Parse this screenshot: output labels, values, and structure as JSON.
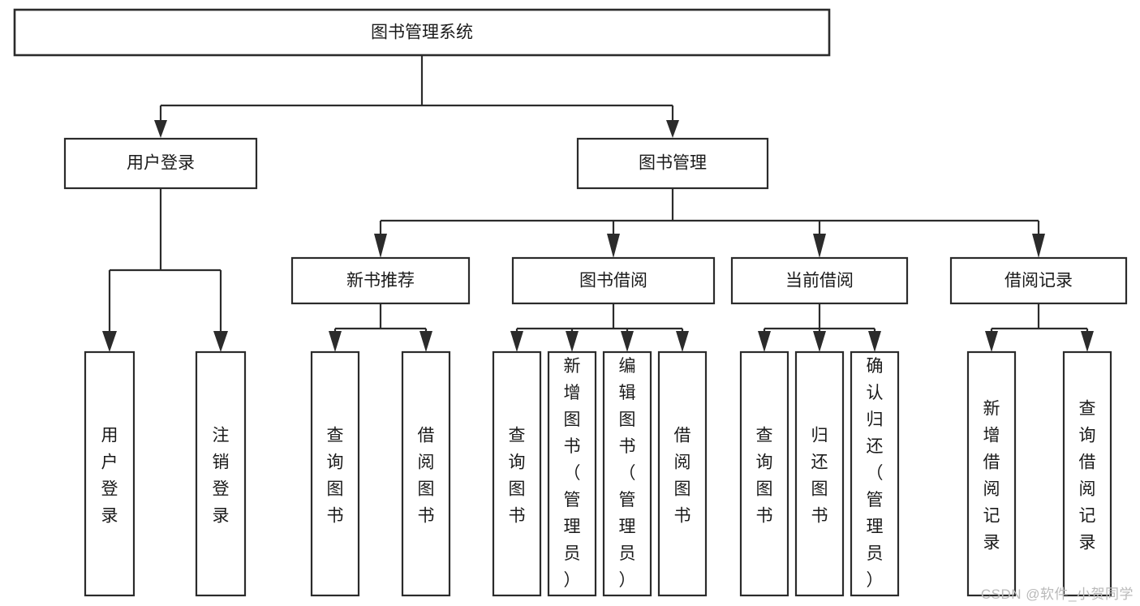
{
  "diagram": {
    "title": "图书管理系统",
    "type": "tree",
    "watermark": "CSDN @软件_小贺同学",
    "colors": {
      "stroke": "#2b2b2b",
      "box_fill": "#ffffff",
      "text": "#1a1a1a",
      "background": "#ffffff",
      "watermark": "#b9b9b9"
    },
    "nodes": {
      "root": {
        "label": "图书管理系统",
        "level": 1,
        "orientation": "horizontal"
      },
      "l2": [
        {
          "id": "user-login",
          "label": "用户登录",
          "level": 2,
          "orientation": "horizontal"
        },
        {
          "id": "book-manage",
          "label": "图书管理",
          "level": 2,
          "orientation": "horizontal"
        }
      ],
      "l3": [
        {
          "id": "new-book-recommend",
          "label": "新书推荐",
          "level": 3,
          "orientation": "horizontal",
          "parent": "book-manage"
        },
        {
          "id": "book-borrow",
          "label": "图书借阅",
          "level": 3,
          "orientation": "horizontal",
          "parent": "book-manage"
        },
        {
          "id": "current-borrow",
          "label": "当前借阅",
          "level": 3,
          "orientation": "horizontal",
          "parent": "book-manage"
        },
        {
          "id": "borrow-record",
          "label": "借阅记录",
          "level": 3,
          "orientation": "horizontal",
          "parent": "borrow-record"
        }
      ],
      "leaves": [
        {
          "id": "leaf-user-login",
          "label": "用户登录",
          "chars": [
            "用",
            "户",
            "登",
            "录"
          ],
          "parent": "user-login"
        },
        {
          "id": "leaf-logout",
          "label": "注销登录",
          "chars": [
            "注",
            "销",
            "登",
            "录"
          ],
          "parent": "user-login"
        },
        {
          "id": "leaf-query-book-1",
          "label": "查询图书",
          "chars": [
            "查",
            "询",
            "图",
            "书"
          ],
          "parent": "new-book-recommend"
        },
        {
          "id": "leaf-borrow-book-1",
          "label": "借阅图书",
          "chars": [
            "借",
            "阅",
            "图",
            "书"
          ],
          "parent": "new-book-recommend"
        },
        {
          "id": "leaf-query-book-2",
          "label": "查询图书",
          "chars": [
            "查",
            "询",
            "图",
            "书"
          ],
          "parent": "book-borrow"
        },
        {
          "id": "leaf-add-book",
          "label": "新增图书（管理员）",
          "chars": [
            "新",
            "增",
            "图",
            "书",
            "（",
            "管",
            "理",
            "员",
            "）"
          ],
          "parent": "book-borrow"
        },
        {
          "id": "leaf-edit-book",
          "label": "编辑图书（管理员）",
          "chars": [
            "编",
            "辑",
            "图",
            "书",
            "（",
            "管",
            "理",
            "员",
            "）"
          ],
          "parent": "book-borrow"
        },
        {
          "id": "leaf-borrow-book-2",
          "label": "借阅图书",
          "chars": [
            "借",
            "阅",
            "图",
            "书"
          ],
          "parent": "book-borrow"
        },
        {
          "id": "leaf-query-book-3",
          "label": "查询图书",
          "chars": [
            "查",
            "询",
            "图",
            "书"
          ],
          "parent": "current-borrow"
        },
        {
          "id": "leaf-return-book",
          "label": "归还图书",
          "chars": [
            "归",
            "还",
            "图",
            "书"
          ],
          "parent": "current-borrow"
        },
        {
          "id": "leaf-confirm-return",
          "label": "确认归还（管理员）",
          "chars": [
            "确",
            "认",
            "归",
            "还",
            "（",
            "管",
            "理",
            "员",
            "）"
          ],
          "parent": "current-borrow"
        },
        {
          "id": "leaf-add-record",
          "label": "新增借阅记录",
          "chars": [
            "新",
            "增",
            "借",
            "阅",
            "记",
            "录"
          ],
          "parent": "borrow-record"
        },
        {
          "id": "leaf-query-record",
          "label": "查询借阅记录",
          "chars": [
            "查",
            "询",
            "借",
            "阅",
            "记",
            "录"
          ],
          "parent": "borrow-record"
        }
      ]
    }
  }
}
